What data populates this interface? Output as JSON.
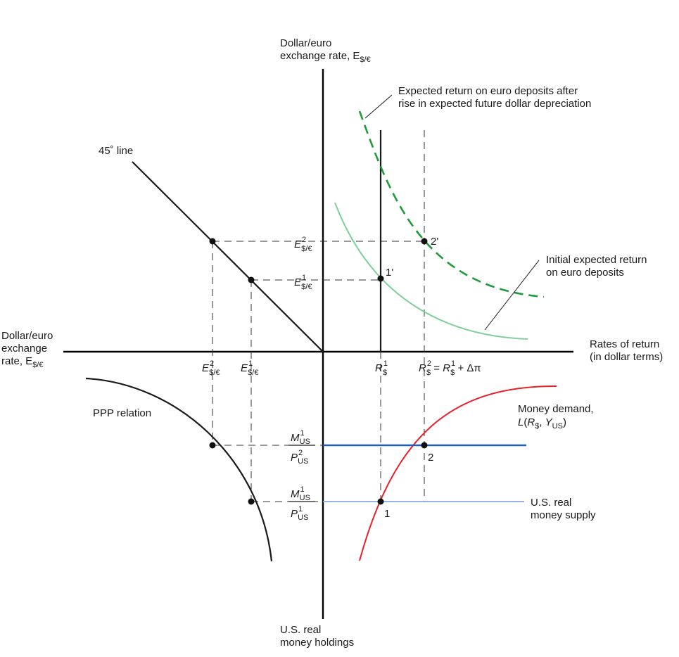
{
  "colors": {
    "initial_return": "#7fcf9a",
    "shifted_return": "#1f9a3c",
    "money_demand": "#e8202a",
    "money_supply_2": "#1f5fb8",
    "money_supply_1": "#8aa8e6",
    "ink": "#1a1a1a"
  },
  "labels": {
    "top_axis_line1": "Dollar/euro",
    "top_axis_line2": "exchange rate, E",
    "top_axis_sub": "$/€",
    "left_axis_line1": "Dollar/euro",
    "left_axis_line2": "exchange",
    "left_axis_line3": "rate, E",
    "left_axis_sub": "$/€",
    "right_axis_line1": "Rates of return",
    "right_axis_line2": "(in dollar terms)",
    "bottom_axis_line1": "U.S. real",
    "bottom_axis_line2": "money holdings",
    "line45": "45˚ line",
    "ppp": "PPP relation",
    "shifted_return_line1": "Expected return on euro deposits after",
    "shifted_return_line2": "rise in expected future dollar depreciation",
    "initial_return_line1": "Initial expected return",
    "initial_return_line2": "on euro deposits",
    "money_demand_line1": "Money demand,",
    "money_demand_L": "L",
    "money_demand_open": "(",
    "money_demand_R": "R",
    "money_demand_Rsub": "$",
    "money_demand_comma": ", ",
    "money_demand_Y": "Y",
    "money_demand_Ysub": "US",
    "money_demand_close": ")",
    "money_supply_line1": "U.S. real",
    "money_supply_line2": "money supply"
  },
  "symbols": {
    "E": "E",
    "E_sub": "$/€",
    "sup1": "1",
    "sup2": "2",
    "R": "R",
    "R_sub": "$",
    "equals": " = ",
    "plus_dpi": " + Δπ",
    "M": "M",
    "M_sub": "US",
    "P": "P",
    "P_sub": "US"
  },
  "points": {
    "p1": "1",
    "p2": "2",
    "p1prime": "1'",
    "p2prime": "2'"
  }
}
